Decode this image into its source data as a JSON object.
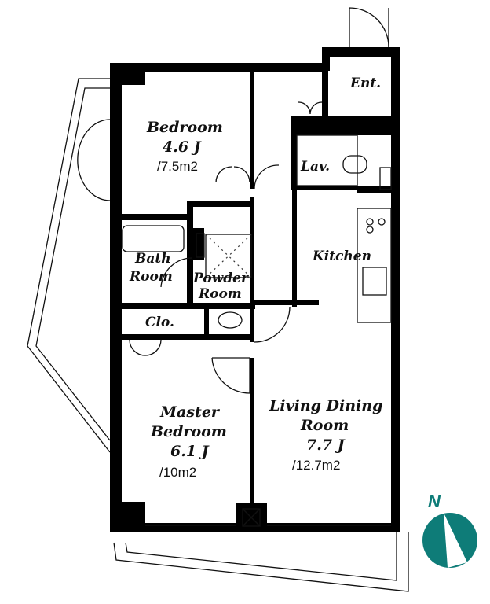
{
  "rooms": {
    "bedroom": {
      "name": "Bedroom",
      "size": "4.6 J",
      "area": "/7.5m2"
    },
    "bath": {
      "line1": "Bath",
      "line2": "Room"
    },
    "powder": {
      "line1": "Powder",
      "line2": "Room"
    },
    "closet": {
      "name": "Clo."
    },
    "master": {
      "line1": "Master",
      "line2": "Bedroom",
      "size": "6.1 J",
      "area": "/10m2"
    },
    "living": {
      "line1": "Living Dining",
      "line2": "Room",
      "size": "7.7 J",
      "area": "/12.7m2"
    },
    "kitchen": {
      "name": "Kitchen"
    },
    "lavatory": {
      "name": "Lav."
    },
    "entrance": {
      "name": "Ent."
    }
  },
  "compass": {
    "label": "N",
    "color": "#0e7c78"
  }
}
